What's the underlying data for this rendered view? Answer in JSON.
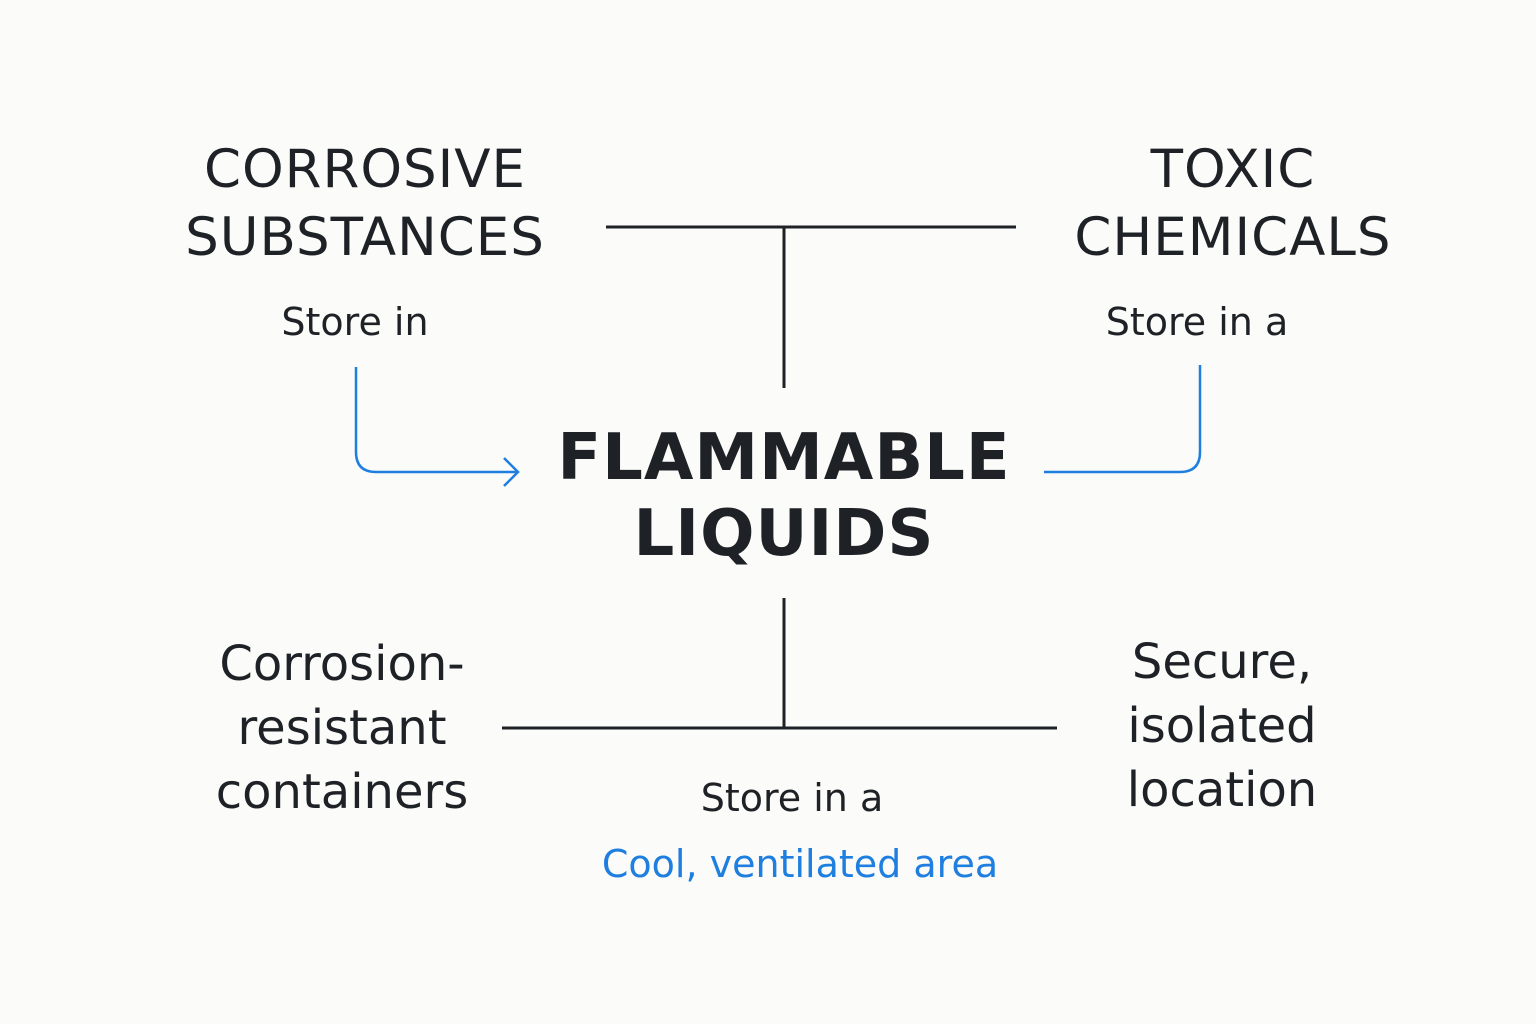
{
  "colors": {
    "text": "#1e2226",
    "line": "#1e2226",
    "accent": "#1f7fe0",
    "background": "#fbfbf9"
  },
  "corrosive": {
    "title_line1": "CORROSIVE",
    "title_line2": "SUBSTANCES",
    "store_label": "Store in",
    "storage_line1": "Corrosion-",
    "storage_line2": "resistant",
    "storage_line3": "containers"
  },
  "toxic": {
    "title_line1": "TOXIC",
    "title_line2": "CHEMICALS",
    "store_label": "Store in a",
    "storage_line1": "Secure,",
    "storage_line2": "isolated",
    "storage_line3": "location"
  },
  "flammable": {
    "title_line1": "FLAMMABLE",
    "title_line2": "LIQUIDS",
    "store_label": "Store in a",
    "storage": "Cool, ventilated area"
  }
}
